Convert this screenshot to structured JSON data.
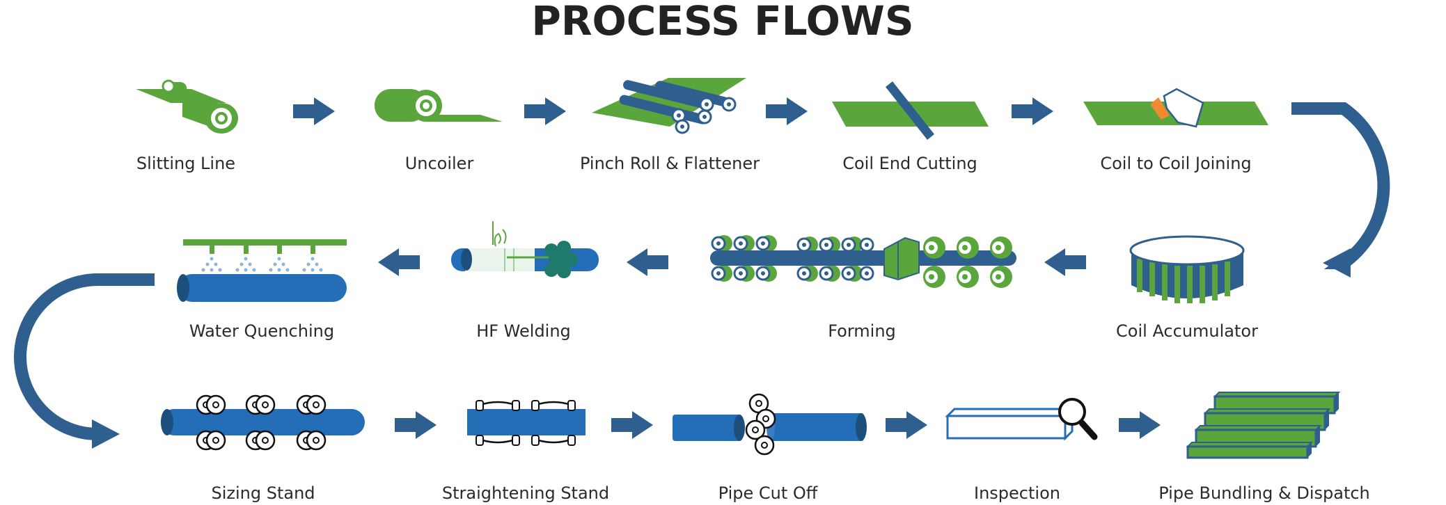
{
  "title": "PROCESS FLOWS",
  "colors": {
    "green": "#5aa63d",
    "blue": "#2f5f8f",
    "pipe": "#246eb8",
    "arrow": "#2f5f8f",
    "dark": "#222222"
  },
  "steps": {
    "slitting_line": "Slitting Line",
    "uncoiler": "Uncoiler",
    "pinch_roll": "Pinch Roll & Flattener",
    "coil_end_cutting": "Coil End Cutting",
    "coil_joining": "Coil to Coil Joining",
    "coil_accumulator": "Coil Accumulator",
    "forming": "Forming",
    "hf_welding": "HF Welding",
    "water_quenching": "Water Quenching",
    "sizing_stand": "Sizing Stand",
    "straightening_stand": "Straightening Stand",
    "pipe_cut_off": "Pipe Cut Off",
    "inspection": "Inspection",
    "bundling": "Pipe Bundling & Dispatch"
  }
}
